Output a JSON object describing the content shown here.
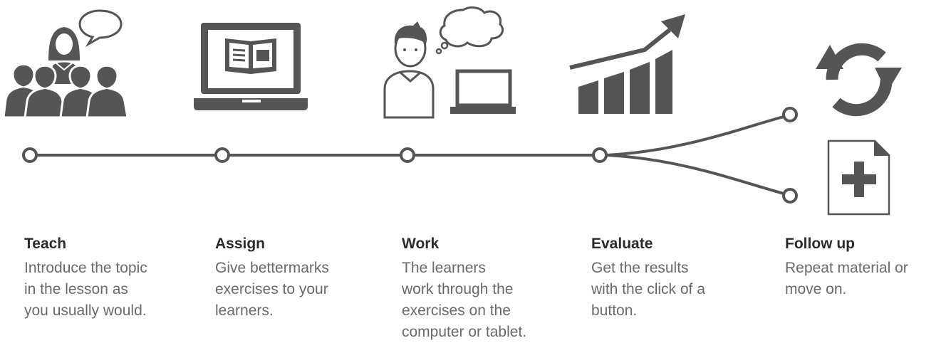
{
  "steps": [
    {
      "id": "teach",
      "title": "Teach",
      "lines": [
        "Introduce the topic",
        "in the lesson as",
        "you usually would."
      ],
      "icon": "classroom-teacher-icon"
    },
    {
      "id": "assign",
      "title": "Assign",
      "lines": [
        "Give bettermarks",
        "exercises to your",
        "learners."
      ],
      "icon": "laptop-book-icon"
    },
    {
      "id": "work",
      "title": "Work",
      "lines": [
        "The learners",
        "work through the",
        "exercises on the",
        "computer or tablet."
      ],
      "icon": "student-laptop-icon"
    },
    {
      "id": "evaluate",
      "title": "Evaluate",
      "lines": [
        "Get the results",
        "with the click of a",
        "button."
      ],
      "icon": "growth-chart-icon"
    },
    {
      "id": "follow-up",
      "title": "Follow up",
      "lines": [
        "Repeat material or",
        "move on."
      ],
      "icons": [
        "refresh-icon",
        "new-document-icon"
      ]
    }
  ],
  "colors": {
    "icon": "#555555",
    "title": "#2b2b2b",
    "body": "#6a6a6a"
  }
}
